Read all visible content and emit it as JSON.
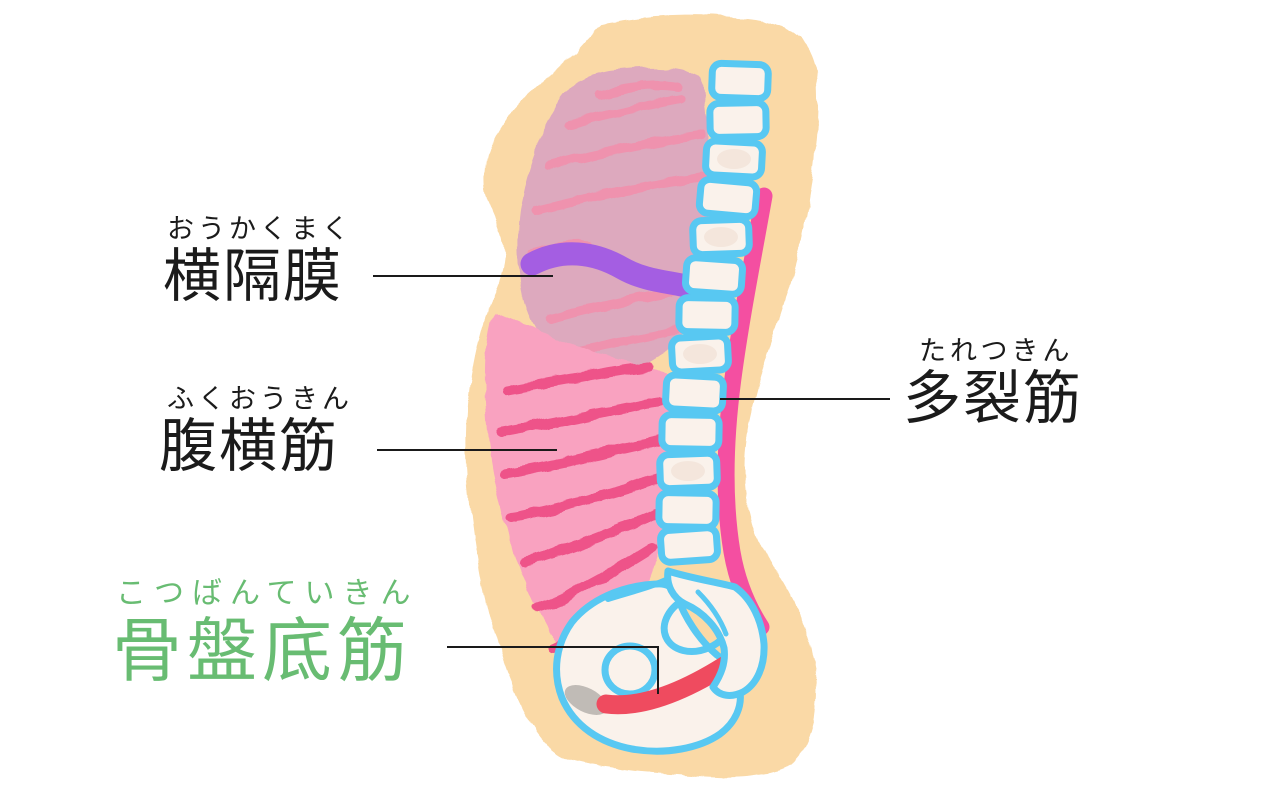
{
  "background": "#ffffff",
  "labels": {
    "diaphragm": {
      "furigana": "おうかくまく",
      "text": "横隔膜",
      "color": "#1b1b1b"
    },
    "transverse_abdominis": {
      "furigana": "ふくおうきん",
      "text": "腹横筋",
      "color": "#1b1b1b"
    },
    "multifidus": {
      "furigana": "たれつきん",
      "text": "多裂筋",
      "color": "#1b1b1b"
    },
    "pelvic_floor": {
      "furigana": "こつばんていきん",
      "text": "骨盤底筋",
      "color": "#68bc72"
    }
  },
  "illustration": {
    "colors": {
      "skin": "#fad9a6",
      "ribcage": "#dda9be",
      "ribcage_lines": "#ef92ae",
      "diaphragm_band": "#a45ee2",
      "abdominal_muscle": "#f9a2c0",
      "abdominal_muscle_lines": "#ee5289",
      "multifidus_band": "#f44fa1",
      "bone_outline": "#58c8f2",
      "bone_fill": "#faf2eb",
      "bone_shade": "#f3e4da",
      "pelvic_floor_band": "#ef4b5f",
      "pubic_symphysis": "#c0bbb6",
      "leader_line": "#1a1a1a"
    }
  }
}
